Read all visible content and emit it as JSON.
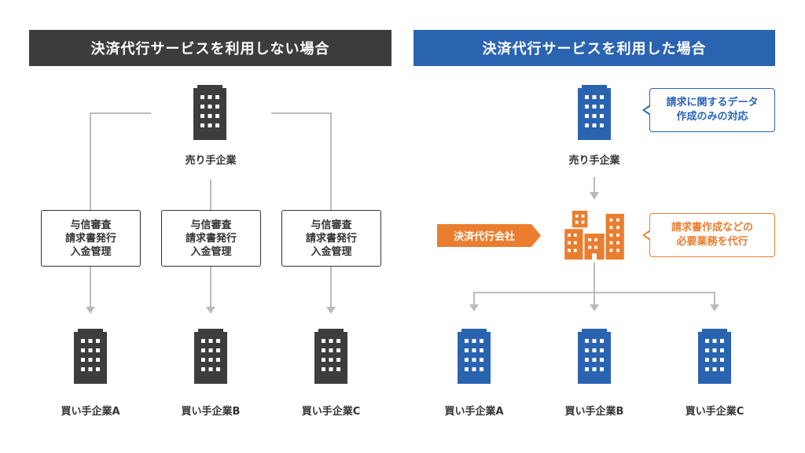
{
  "colors": {
    "dark": "#3d3d3d",
    "blue": "#2a64b1",
    "orange": "#eb7d2f",
    "connector": "#bbbbbb"
  },
  "left": {
    "header": "決済代行サービスを利用しない場合",
    "seller_label": "売り手企業",
    "tasks": [
      [
        "与信審査",
        "請求書発行",
        "入金管理"
      ],
      [
        "与信審査",
        "請求書発行",
        "入金管理"
      ],
      [
        "与信審査",
        "請求書発行",
        "入金管理"
      ]
    ],
    "buyers": [
      "買い手企業A",
      "買い手企業B",
      "買い手企業C"
    ]
  },
  "right": {
    "header": "決済代行サービスを利用した場合",
    "seller_label": "売り手企業",
    "seller_note": [
      "請求に関するデータ",
      "作成のみの対応"
    ],
    "agency_label": "決済代行会社",
    "agency_note": [
      "請求書作成などの",
      "必要業務を代行"
    ],
    "buyers": [
      "買い手企業A",
      "買い手企業B",
      "買い手企業C"
    ]
  },
  "icons": {
    "building": "office-building-icon",
    "company_group": "company-buildings-icon"
  }
}
